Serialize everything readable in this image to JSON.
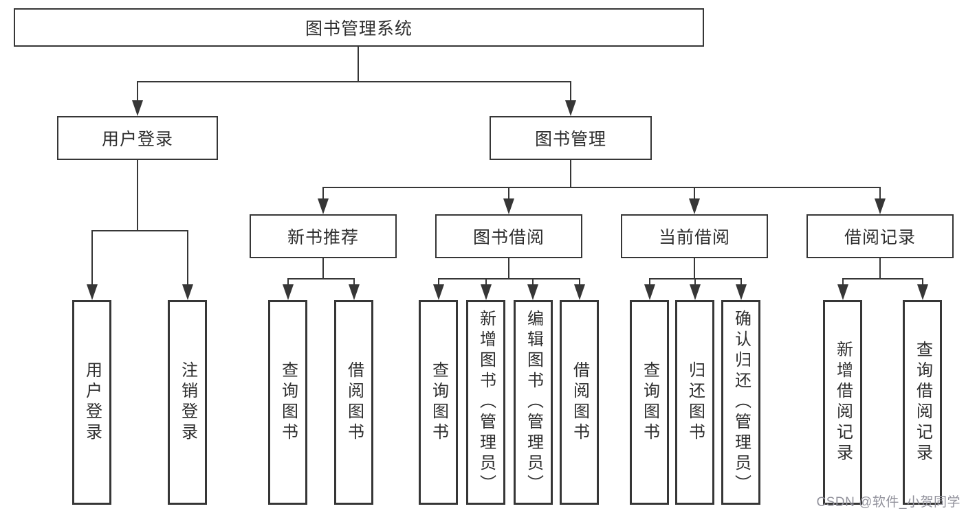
{
  "diagram": {
    "root": "图书管理系统",
    "level2": [
      {
        "label": "用户登录",
        "leaves": [
          "用户登录",
          "注销登录"
        ]
      },
      {
        "label": "图书管理",
        "groups": [
          {
            "label": "新书推荐",
            "leaves": [
              "查询图书",
              "借阅图书"
            ]
          },
          {
            "label": "图书借阅",
            "leaves": [
              "查询图书",
              "新增图书（管理员）",
              "编辑图书（管理员）",
              "借阅图书"
            ]
          },
          {
            "label": "当前借阅",
            "leaves": [
              "查询图书",
              "归还图书",
              "确认归还（管理员）"
            ]
          },
          {
            "label": "借阅记录",
            "leaves": [
              "新增借阅记录",
              "查询借阅记录"
            ]
          }
        ]
      }
    ]
  },
  "watermark": "CSDN @软件_小贺同学",
  "colors": {
    "line": "#363636",
    "text": "#2e2e2e",
    "watermark_text": "#92929c",
    "background": "#ffffff"
  }
}
